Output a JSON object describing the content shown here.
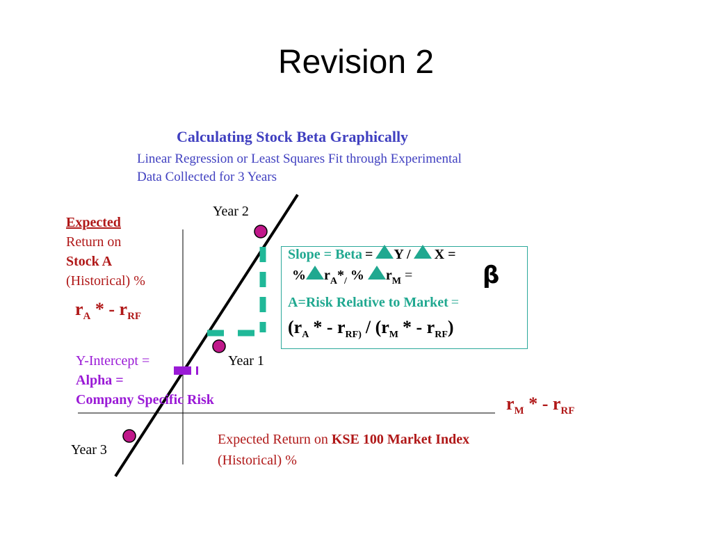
{
  "slide": {
    "title": "Revision 2"
  },
  "diagram": {
    "title": "Calculating Stock Beta Graphically",
    "subtitle_line1": "Linear Regression or Least Squares Fit through Experimental",
    "subtitle_line2": "Data Collected for 3 Years",
    "y_axis_label": {
      "line1": "Expected",
      "line2": "Return on",
      "line3": "Stock A",
      "line4": "(Historical) %"
    },
    "y_formula": {
      "r1": "r",
      "sub_a": "A",
      "mid": "* - r",
      "sub_rf": "RF"
    },
    "x_formula": {
      "r1": "r",
      "sub_m": "M",
      "mid": "* - r",
      "sub_rf": "RF"
    },
    "intercept": {
      "line1": "Y-Intercept =",
      "line2": "Alpha =",
      "line3": "Company Specific Risk"
    },
    "points": [
      {
        "label": "Year 2"
      },
      {
        "label": "Year 1"
      },
      {
        "label": "Year 3"
      }
    ],
    "x_axis_label": {
      "prefix": "Expected Return on ",
      "bold": "KSE 100 Market Index",
      "line2": "(Historical) %"
    },
    "box": {
      "slope_label": "Slope = Beta",
      "eq1": "=",
      "y_var": "Y /",
      "x_eq": "X =",
      "pct1": "%",
      "r_a": "r",
      "sub_a": "A",
      "star_slash": "*",
      "slash": "/",
      "pct2": "%",
      "r_m": "r",
      "sub_m": "M",
      "eq2": "=",
      "risk_label": "A=Risk Relative to Market",
      "eq3": "=",
      "f_open": "(r",
      "f_sub_a": "A",
      "f_mid1": "* - r",
      "f_sub_rf1": "RF)",
      "f_div": "/ (r",
      "f_sub_m": "M",
      "f_mid2": "* - r",
      "f_sub_rf2": "RF",
      "f_close": ")"
    },
    "beta_symbol": "β",
    "colors": {
      "title_blue": "#4040c0",
      "label_red": "#b01818",
      "alpha_purple": "#9a1ad6",
      "beta_teal": "#20a890",
      "point_fill": "#c0188a"
    }
  }
}
